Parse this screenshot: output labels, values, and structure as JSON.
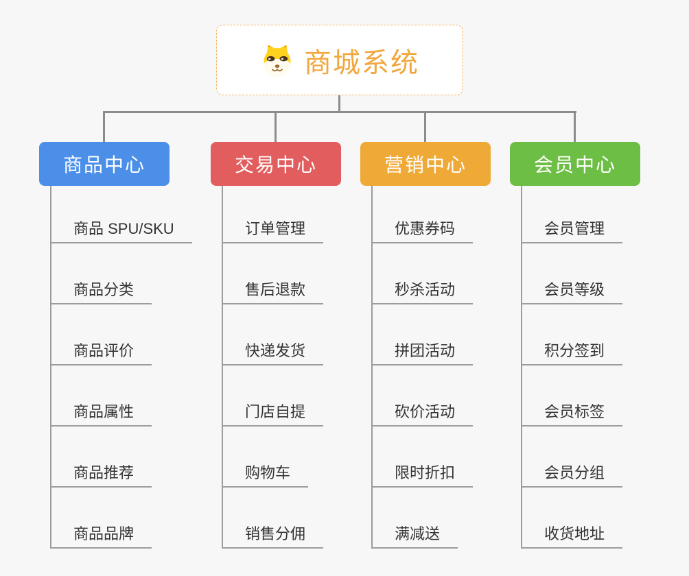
{
  "root": {
    "title": "商城系统",
    "icon": "shiba-dog-icon"
  },
  "branches": [
    {
      "label": "商品中心",
      "color": "#4b8fe8",
      "items": [
        "商品 SPU/SKU",
        "商品分类",
        "商品评价",
        "商品属性",
        "商品推荐",
        "商品品牌"
      ]
    },
    {
      "label": "交易中心",
      "color": "#e25d5d",
      "items": [
        "订单管理",
        "售后退款",
        "快递发货",
        "门店自提",
        "购物车",
        "销售分佣"
      ]
    },
    {
      "label": "营销中心",
      "color": "#efa937",
      "items": [
        "优惠券码",
        "秒杀活动",
        "拼团活动",
        "砍价活动",
        "限时折扣",
        "满减送"
      ]
    },
    {
      "label": "会员中心",
      "color": "#6dbe45",
      "items": [
        "会员管理",
        "会员等级",
        "积分签到",
        "会员标签",
        "会员分组",
        "收货地址"
      ]
    }
  ],
  "colors": {
    "background": "#f7f7f7",
    "connector": "#8c8c8c",
    "underline": "#9c9c9c",
    "root_accent": "#f0a73e",
    "item_text": "#333333"
  }
}
